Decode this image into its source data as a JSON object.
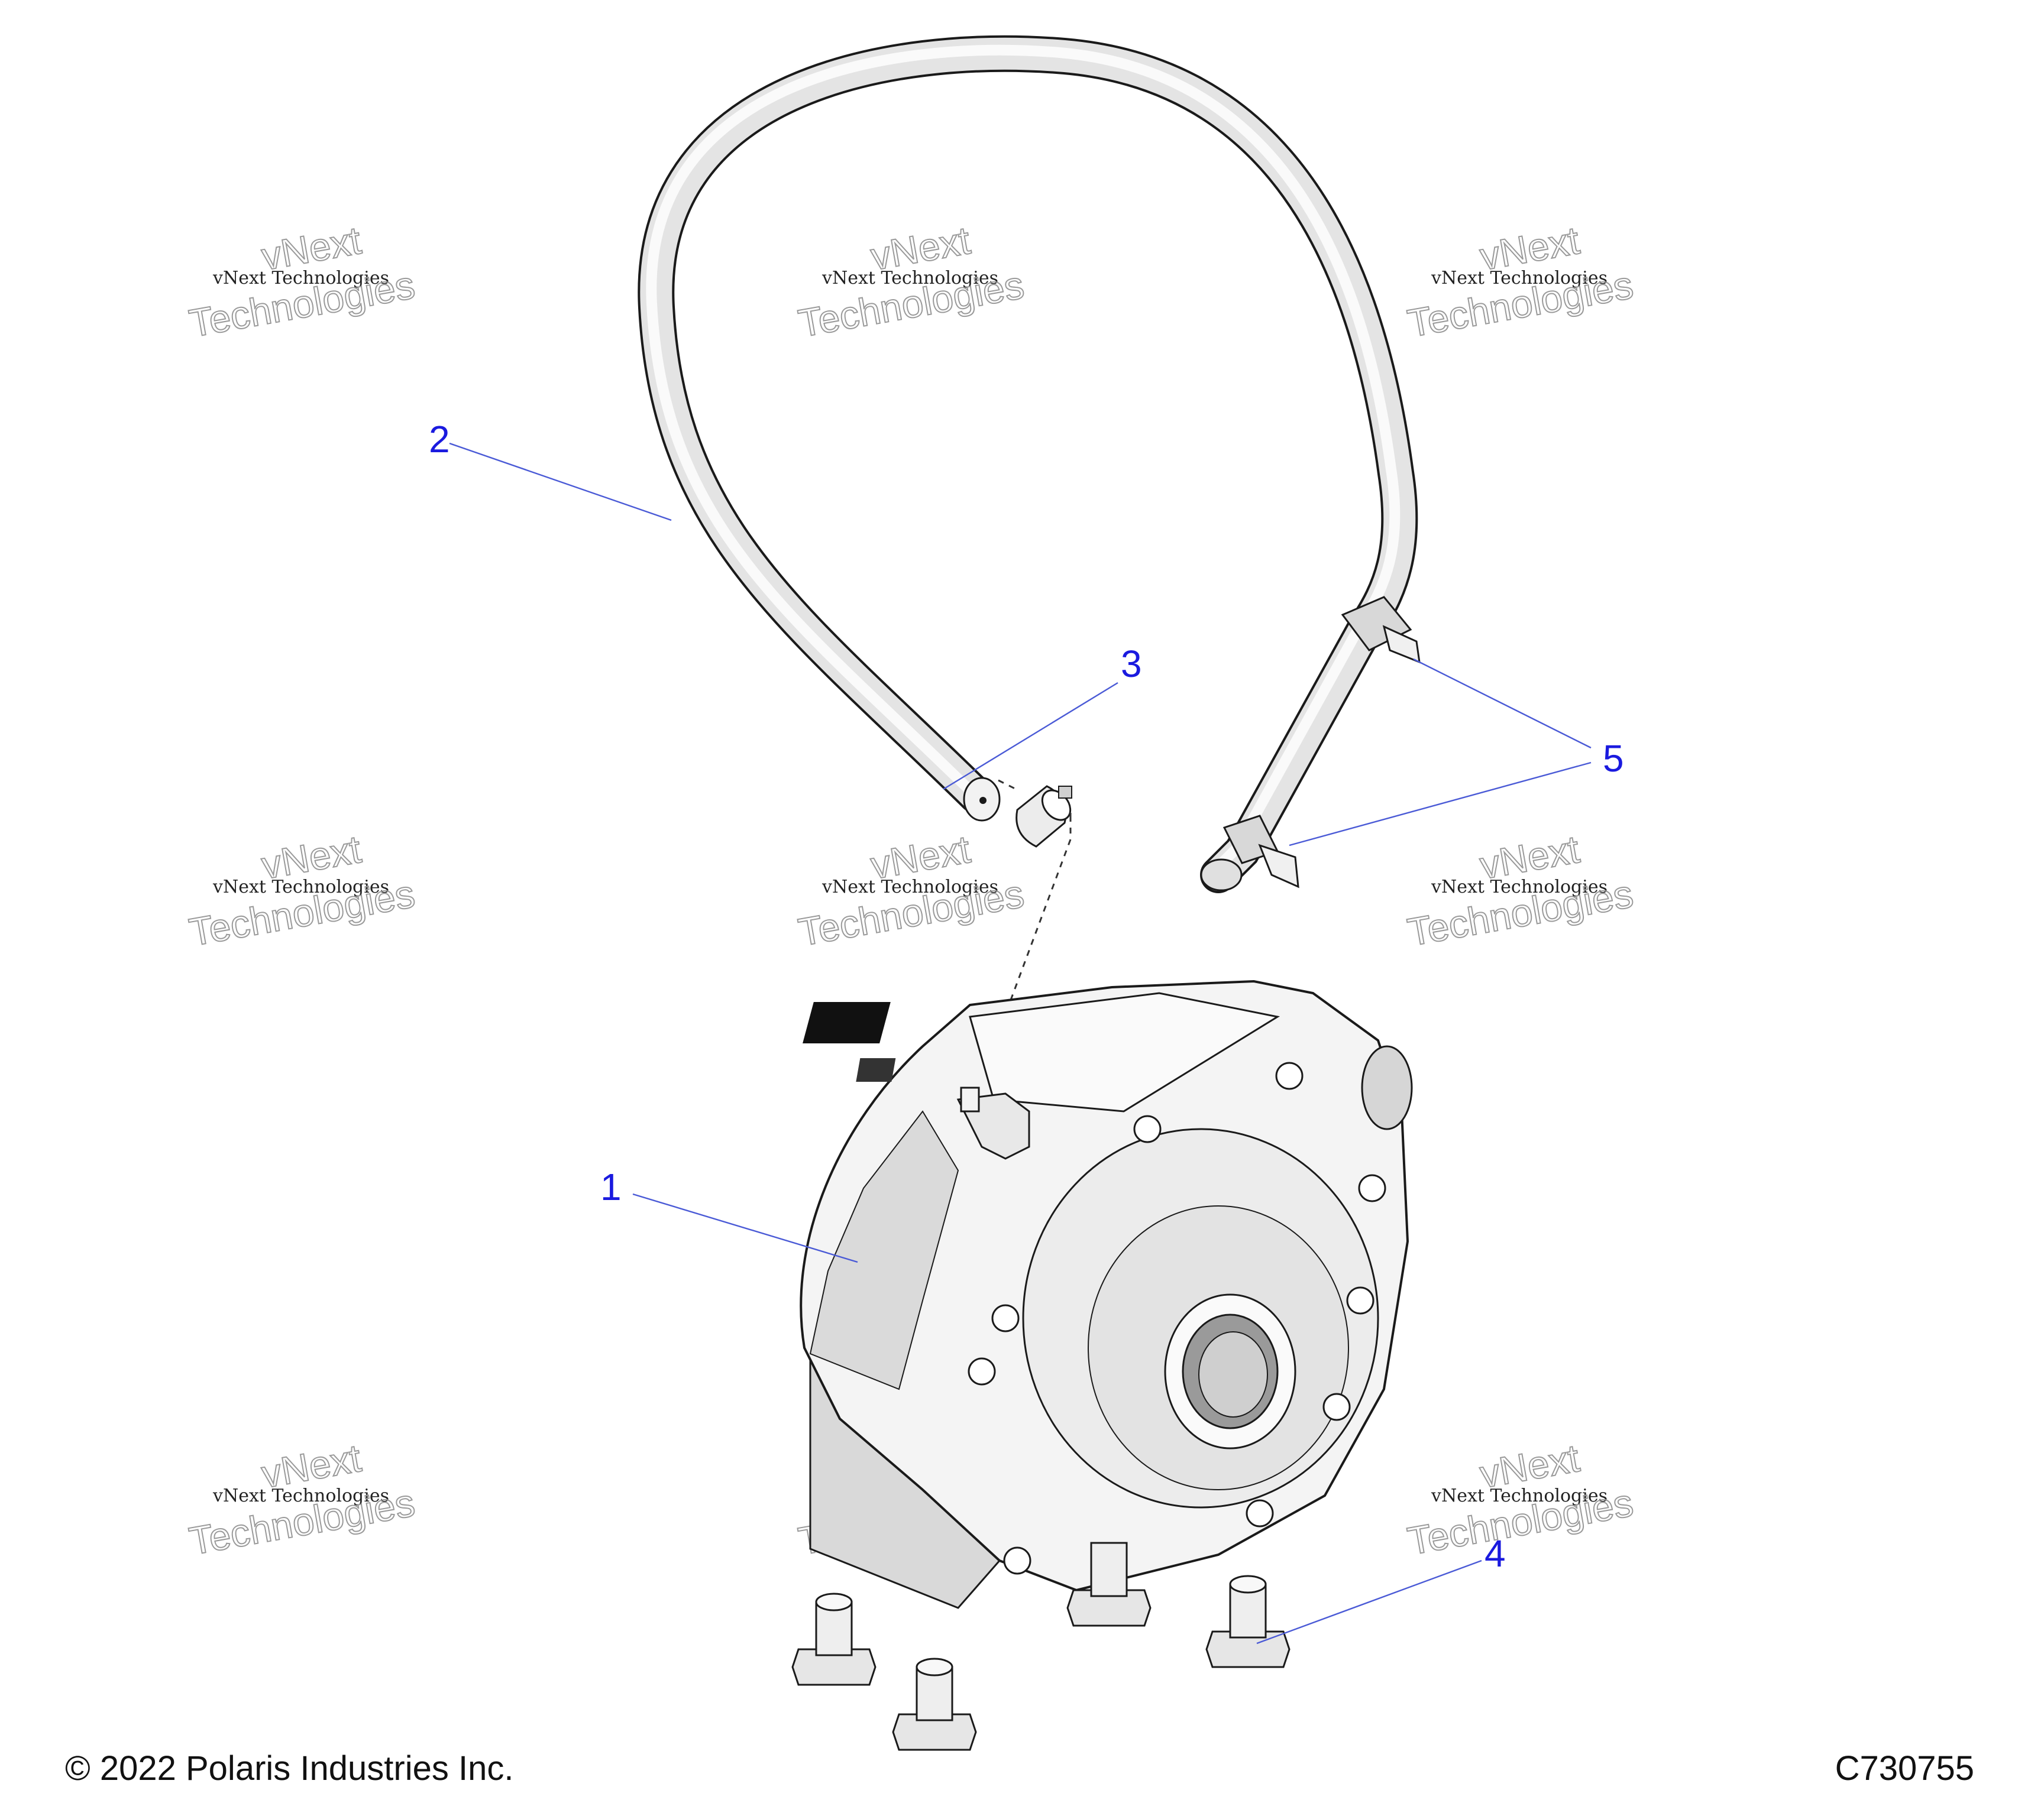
{
  "callouts": [
    {
      "id": "1",
      "label": "1"
    },
    {
      "id": "2",
      "label": "2"
    },
    {
      "id": "3",
      "label": "3"
    },
    {
      "id": "4",
      "label": "4"
    },
    {
      "id": "5",
      "label": "5"
    }
  ],
  "watermark": {
    "line1": "vNext Technologies",
    "big_top": "vNext",
    "big_bottom": "Technologies"
  },
  "footer": {
    "copyright": "© 2022 Polaris Industries Inc.",
    "figure_id": "C730755"
  },
  "colors": {
    "callout": "#1a1adf",
    "leader": "#4a5ad6"
  }
}
